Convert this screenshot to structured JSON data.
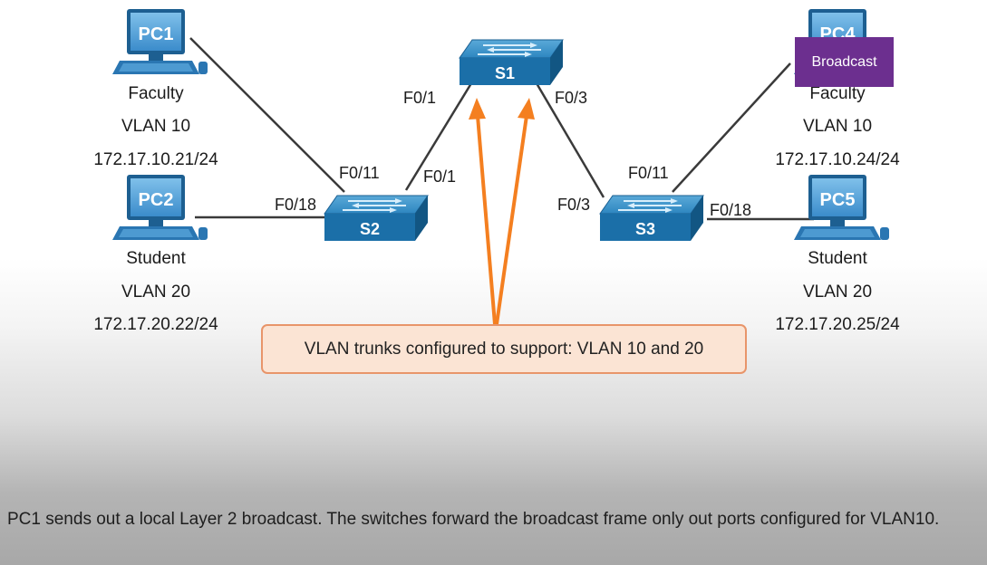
{
  "devices": {
    "pc1": {
      "name": "PC1",
      "group": "Faculty",
      "vlan": "VLAN 10",
      "ip": "172.17.10.21/24"
    },
    "pc2": {
      "name": "PC2",
      "group": "Student",
      "vlan": "VLAN 20",
      "ip": "172.17.20.22/24"
    },
    "pc4": {
      "name": "PC4",
      "group": "Faculty",
      "vlan": "VLAN 10",
      "ip": "172.17.10.24/24"
    },
    "pc5": {
      "name": "PC5",
      "group": "Student",
      "vlan": "VLAN 20",
      "ip": "172.17.20.25/24"
    }
  },
  "switches": {
    "s1": "S1",
    "s2": "S2",
    "s3": "S3"
  },
  "ports": {
    "s1_left": "F0/1",
    "s1_right": "F0/3",
    "s2_top": "F0/11",
    "s2_left": "F0/18",
    "s2_right": "F0/1",
    "s3_top": "F0/11",
    "s3_left": "F0/3",
    "s3_right": "F0/18"
  },
  "callout": "VLAN trunks configured to support: VLAN 10 and 20",
  "broadcast_badge": "Broadcast",
  "caption": "PC1 sends out a local Layer 2 broadcast. The switches forward the broadcast frame only out ports configured for VLAN10.",
  "colors": {
    "switch": "#1b6fa8",
    "pc": "#2f84c4",
    "arrow": "#f47f20",
    "badge": "#6c2f8f",
    "callout_bg": "#fbe4d4",
    "callout_border": "#e8956a"
  }
}
